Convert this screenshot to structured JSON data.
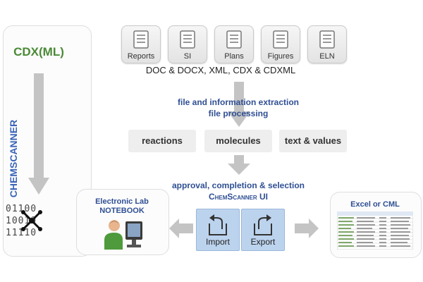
{
  "left": {
    "title": "CDX(ML)",
    "vertical_first": "C",
    "vertical_rest": "HEMSCANNER",
    "bits": [
      "01100",
      "10010",
      "11110"
    ]
  },
  "documents": [
    {
      "label": "Reports",
      "icon": "document-icon"
    },
    {
      "label": "SI",
      "icon": "document-icon"
    },
    {
      "label": "Plans",
      "icon": "document-icon"
    },
    {
      "label": "Figures",
      "icon": "document-icon"
    },
    {
      "label": "ELN",
      "icon": "document-icon"
    }
  ],
  "formats": "DOC & DOCX, XML, CDX & CDXML",
  "extraction": {
    "line1": "file and information extraction",
    "line2": "file processing"
  },
  "categories": [
    "reactions",
    "molecules",
    "text & values"
  ],
  "approval": {
    "line1": "approval, completion & selection",
    "line2": "ChemScanner UI"
  },
  "eln": {
    "line1": "Electronic Lab",
    "line2": "NOTEBOOK"
  },
  "actions": {
    "import": "Import",
    "export": "Export"
  },
  "output": {
    "title": "Excel or CML"
  },
  "colors": {
    "green": "#4a8a36",
    "blue": "#2f4f93",
    "arrow": "#c4c4c4",
    "button": "#bcd3ee"
  }
}
